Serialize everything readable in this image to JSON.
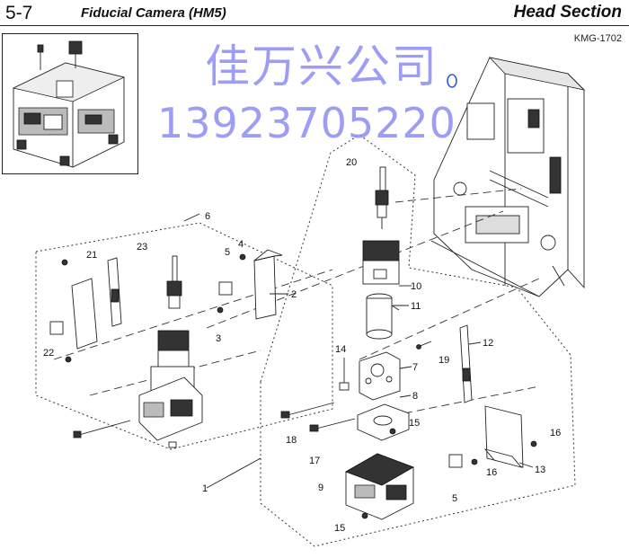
{
  "header": {
    "section_number": "5-7",
    "section_title": "Fiducial Camera (HM5)",
    "section_group": "Head Section"
  },
  "drawing_code": "KMG-1702",
  "watermark": {
    "line1": "佳万兴公司",
    "line2": "13923705220",
    "color": "#8d8df5"
  },
  "part_labels": {
    "p1": "1",
    "p2": "2",
    "p3": "3",
    "p4": "4",
    "p5a": "5",
    "p5b": "5",
    "p6": "6",
    "p7": "7",
    "p8": "8",
    "p9": "9",
    "p10": "10",
    "p11": "11",
    "p12": "12",
    "p13": "13",
    "p14": "14",
    "p15a": "15",
    "p15b": "15",
    "p16a": "16",
    "p16b": "16",
    "p17": "17",
    "p18": "18",
    "p19": "19",
    "p20": "20",
    "p21": "21",
    "p22": "22",
    "p23": "23"
  },
  "colors": {
    "line": "#222222",
    "accent_blue": "#2a5bd7"
  }
}
